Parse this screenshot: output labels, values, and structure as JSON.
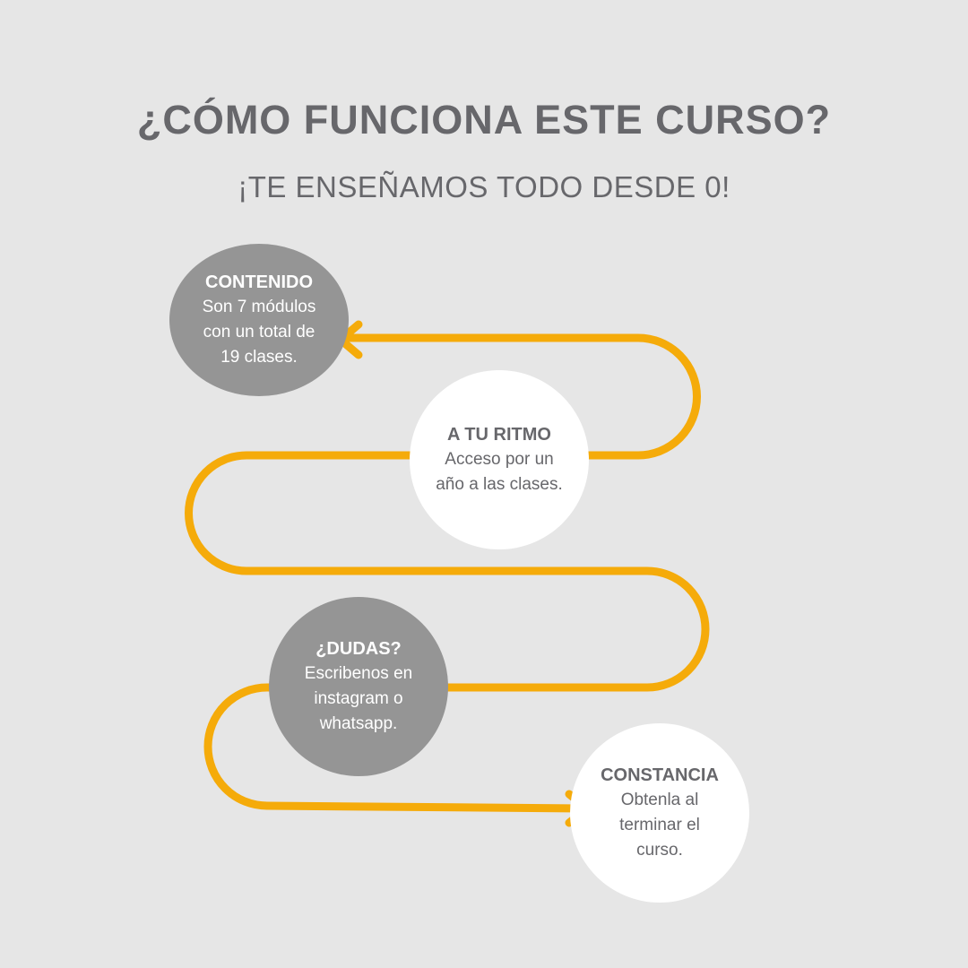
{
  "header": {
    "title": "¿CÓMO FUNCIONA ESTE CURSO?",
    "subtitle": "¡TE ENSEÑAMOS TODO DESDE 0!"
  },
  "steps": [
    {
      "heading": "CONTENIDO",
      "lines": [
        "Son 7 módulos",
        "con un total de",
        "19 clases."
      ]
    },
    {
      "heading": "A TU RITMO",
      "lines": [
        "Acceso por un",
        "año a las clases."
      ]
    },
    {
      "heading": "¿DUDAS?",
      "lines": [
        "Escribenos en",
        "instagram o",
        "whatsapp."
      ]
    },
    {
      "heading": "CONSTANCIA",
      "lines": [
        "Obtenla al",
        "terminar el",
        "curso."
      ]
    }
  ],
  "colors": {
    "path": "#F5AB0A",
    "background": "#E6E6E6",
    "gray_circle": "#959595",
    "text": "#67676B"
  }
}
